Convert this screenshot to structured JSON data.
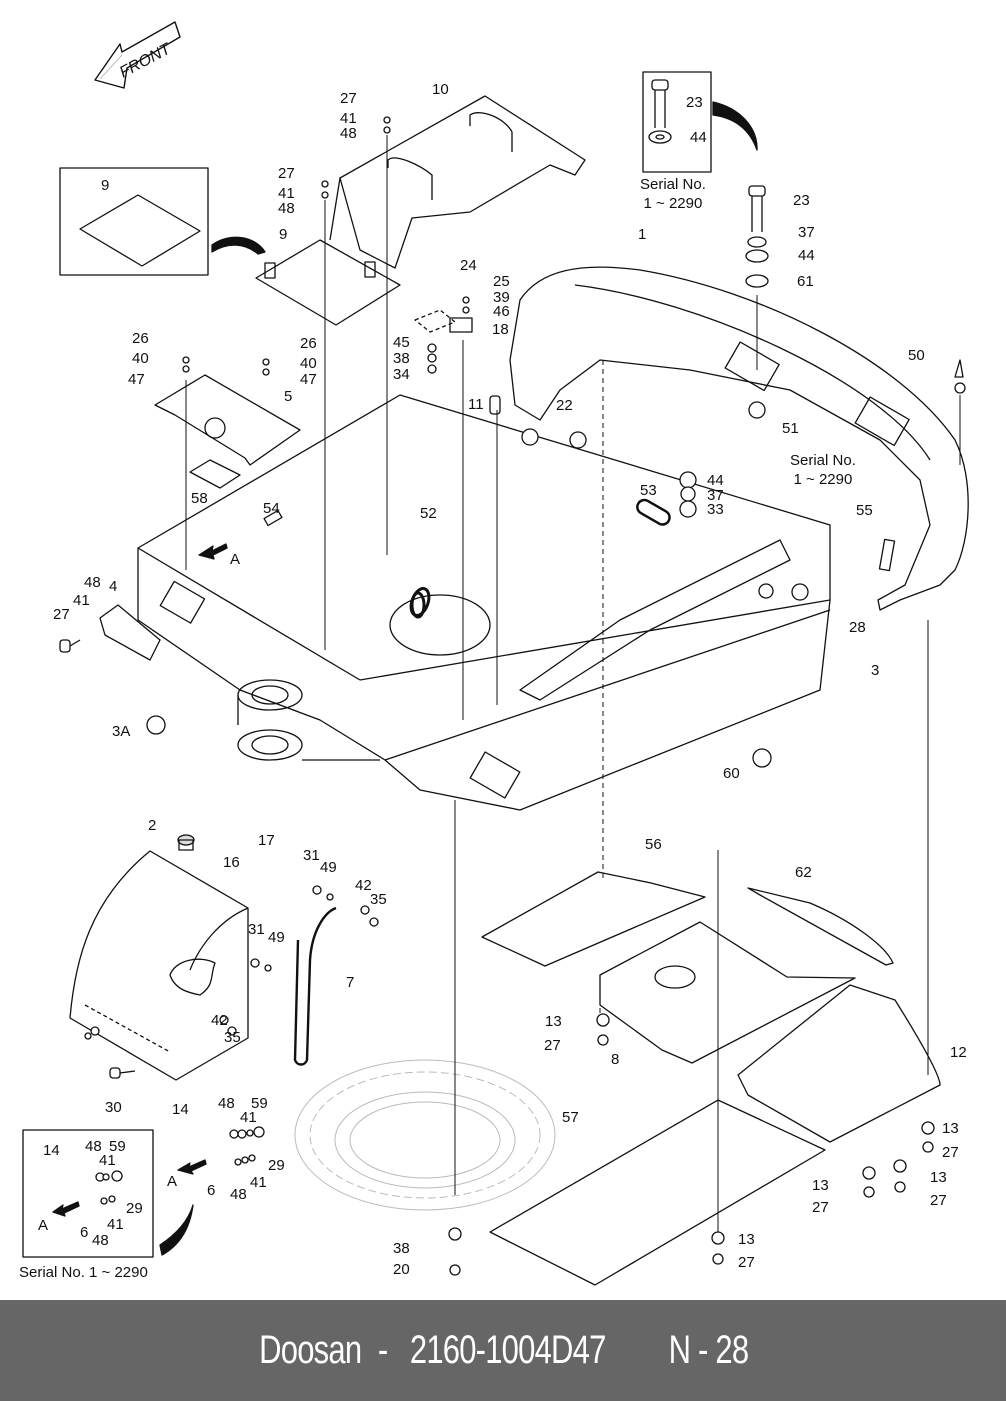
{
  "diagram": {
    "type": "exploded-parts-diagram",
    "subject": "Excavator upper frame / counterweight / covers",
    "front_arrow": "FRONT",
    "serial_notes": {
      "top_inset": "Serial No.\n1 ~ 2290",
      "mid_note": "Serial No.\n1 ~ 2290",
      "bottom_inset": "Serial No. 1 ~ 2290"
    },
    "section_markers": [
      "A",
      "A",
      "A"
    ],
    "callouts": [
      {
        "id": "c1",
        "text": "1"
      },
      {
        "id": "c2",
        "text": "2"
      },
      {
        "id": "c3",
        "text": "3"
      },
      {
        "id": "c3a",
        "text": "3A"
      },
      {
        "id": "c4",
        "text": "4"
      },
      {
        "id": "c5",
        "text": "5"
      },
      {
        "id": "c6a",
        "text": "6"
      },
      {
        "id": "c6b",
        "text": "6"
      },
      {
        "id": "c7",
        "text": "7"
      },
      {
        "id": "c8",
        "text": "8"
      },
      {
        "id": "c9a",
        "text": "9"
      },
      {
        "id": "c9b",
        "text": "9"
      },
      {
        "id": "c10",
        "text": "10"
      },
      {
        "id": "c11",
        "text": "11"
      },
      {
        "id": "c12",
        "text": "12"
      },
      {
        "id": "c13a",
        "text": "13"
      },
      {
        "id": "c13b",
        "text": "13"
      },
      {
        "id": "c13c",
        "text": "13"
      },
      {
        "id": "c13d",
        "text": "13"
      },
      {
        "id": "c13e",
        "text": "13"
      },
      {
        "id": "c14a",
        "text": "14"
      },
      {
        "id": "c14b",
        "text": "14"
      },
      {
        "id": "c16",
        "text": "16"
      },
      {
        "id": "c17",
        "text": "17"
      },
      {
        "id": "c18",
        "text": "18"
      },
      {
        "id": "c20",
        "text": "20"
      },
      {
        "id": "c22",
        "text": "22"
      },
      {
        "id": "c23a",
        "text": "23"
      },
      {
        "id": "c23b",
        "text": "23"
      },
      {
        "id": "c24",
        "text": "24"
      },
      {
        "id": "c25",
        "text": "25"
      },
      {
        "id": "c26a",
        "text": "26"
      },
      {
        "id": "c26b",
        "text": "26"
      },
      {
        "id": "c27a",
        "text": "27"
      },
      {
        "id": "c27b",
        "text": "27"
      },
      {
        "id": "c27c",
        "text": "27"
      },
      {
        "id": "c27d",
        "text": "27"
      },
      {
        "id": "c27e",
        "text": "27"
      },
      {
        "id": "c27f",
        "text": "27"
      },
      {
        "id": "c27g",
        "text": "27"
      },
      {
        "id": "c27h",
        "text": "27"
      },
      {
        "id": "c28",
        "text": "28"
      },
      {
        "id": "c29a",
        "text": "29"
      },
      {
        "id": "c29b",
        "text": "29"
      },
      {
        "id": "c30",
        "text": "30"
      },
      {
        "id": "c31a",
        "text": "31"
      },
      {
        "id": "c31b",
        "text": "31"
      },
      {
        "id": "c33",
        "text": "33"
      },
      {
        "id": "c34",
        "text": "34"
      },
      {
        "id": "c35a",
        "text": "35"
      },
      {
        "id": "c35b",
        "text": "35"
      },
      {
        "id": "c37a",
        "text": "37"
      },
      {
        "id": "c37b",
        "text": "37"
      },
      {
        "id": "c38a",
        "text": "38"
      },
      {
        "id": "c38b",
        "text": "38"
      },
      {
        "id": "c39",
        "text": "39"
      },
      {
        "id": "c40a",
        "text": "40"
      },
      {
        "id": "c40b",
        "text": "40"
      },
      {
        "id": "c41a",
        "text": "41"
      },
      {
        "id": "c41b",
        "text": "41"
      },
      {
        "id": "c41c",
        "text": "41"
      },
      {
        "id": "c41d",
        "text": "41"
      },
      {
        "id": "c41e",
        "text": "41"
      },
      {
        "id": "c41f",
        "text": "41"
      },
      {
        "id": "c41g",
        "text": "41"
      },
      {
        "id": "c42a",
        "text": "42"
      },
      {
        "id": "c42b",
        "text": "42"
      },
      {
        "id": "c44a",
        "text": "44"
      },
      {
        "id": "c44b",
        "text": "44"
      },
      {
        "id": "c44c",
        "text": "44"
      },
      {
        "id": "c45",
        "text": "45"
      },
      {
        "id": "c46",
        "text": "46"
      },
      {
        "id": "c47a",
        "text": "47"
      },
      {
        "id": "c47b",
        "text": "47"
      },
      {
        "id": "c48a",
        "text": "48"
      },
      {
        "id": "c48b",
        "text": "48"
      },
      {
        "id": "c48c",
        "text": "48"
      },
      {
        "id": "c48d",
        "text": "48"
      },
      {
        "id": "c48e",
        "text": "48"
      },
      {
        "id": "c48f",
        "text": "48"
      },
      {
        "id": "c48g",
        "text": "48"
      },
      {
        "id": "c49a",
        "text": "49"
      },
      {
        "id": "c49b",
        "text": "49"
      },
      {
        "id": "c50",
        "text": "50"
      },
      {
        "id": "c51",
        "text": "51"
      },
      {
        "id": "c52",
        "text": "52"
      },
      {
        "id": "c53",
        "text": "53"
      },
      {
        "id": "c54",
        "text": "54"
      },
      {
        "id": "c55",
        "text": "55"
      },
      {
        "id": "c56",
        "text": "56"
      },
      {
        "id": "c57",
        "text": "57"
      },
      {
        "id": "c58",
        "text": "58"
      },
      {
        "id": "c59a",
        "text": "59"
      },
      {
        "id": "c59b",
        "text": "59"
      },
      {
        "id": "c60",
        "text": "60"
      },
      {
        "id": "c61",
        "text": "61"
      },
      {
        "id": "c62",
        "text": "62"
      }
    ]
  },
  "footer": {
    "brand": "Doosan",
    "separator": "-",
    "part_number": "2160-1004D47",
    "page_ref": "N - 28"
  }
}
